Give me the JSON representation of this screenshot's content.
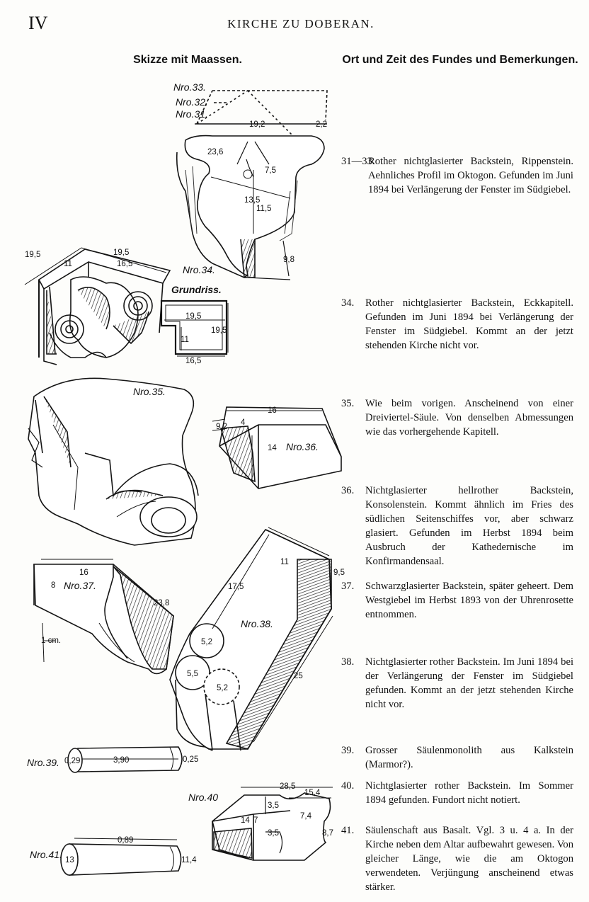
{
  "header": {
    "page_number": "IV",
    "running_title": "KIRCHE ZU DOBERAN."
  },
  "columns": {
    "left_heading": "Skizze mit Maassen.",
    "right_heading": "Ort und Zeit des Fundes und Bemerkungen."
  },
  "drawings": {
    "fig31": {
      "labels": [
        "Nro.33.",
        "Nro.32.",
        "Nro.31."
      ],
      "dims": [
        "19,2",
        "2,2",
        "23,6",
        "7,5",
        "13,5",
        "11,5",
        "9,8"
      ]
    },
    "fig34": {
      "label": "Nro.34.",
      "grundriss": "Grundriss.",
      "dims": [
        "19,5",
        "19,5",
        "16,5",
        "11",
        "19,5",
        "19,5",
        "11",
        "16,5"
      ]
    },
    "fig35": {
      "label": "Nro.35."
    },
    "fig36": {
      "label": "Nro.36.",
      "dims": [
        "16",
        "9,2",
        "4",
        "14"
      ]
    },
    "fig37": {
      "label": "Nro.37.",
      "dims": [
        "16",
        "8",
        "23,8",
        "1 cm."
      ]
    },
    "fig38": {
      "label": "Nro.38.",
      "dims": [
        "11",
        "9,5",
        "17,5",
        "5,2",
        "5,5",
        "5,2",
        "25"
      ]
    },
    "fig39": {
      "label": "Nro.39.",
      "dims": [
        "0,29",
        "3,90",
        "0,25"
      ]
    },
    "fig40": {
      "label": "Nro.40",
      "dims": [
        "28,5",
        "15,4",
        "3,5",
        "14",
        "7",
        "7,4",
        "3,5",
        "8,7"
      ]
    },
    "fig41": {
      "label": "Nro.41.",
      "dims": [
        "13",
        "0,89",
        "11,4"
      ]
    }
  },
  "entries": [
    {
      "num": "31—33.",
      "text": "Rother nichtglasierter Backstein, Rippenstein. Aehnliches Profil im Oktogon. Gefunden im Juni 1894 bei Verlängerung der Fenster im Südgiebel."
    },
    {
      "num": "34.",
      "text": "Rother nichtglasierter Backstein, Eckkapitell. Gefunden im Juni 1894 bei Verlängerung der Fenster im Südgiebel. Kommt an der jetzt stehenden Kirche nicht vor."
    },
    {
      "num": "35.",
      "text": "Wie beim vorigen. Anscheinend von einer Dreiviertel-Säule. Von denselben Abmessungen wie das vorhergehende Kapitell."
    },
    {
      "num": "36.",
      "text": "Nichtglasierter hellrother Backstein, Konsolenstein. Kommt ähnlich im Fries des südlichen Seitenschiffes vor, aber schwarz glasiert. Gefunden im Herbst 1894 beim Ausbruch der Kathedernische im Konfirmandensaal."
    },
    {
      "num": "37.",
      "text": "Schwarzglasierter Backstein, später geheert. Dem Westgiebel im Herbst 1893 von der Uhrenrosette entnommen."
    },
    {
      "num": "38.",
      "text": "Nichtglasierter rother Backstein. Im Juni 1894 bei der Verlängerung der Fenster im Südgiebel gefunden. Kommt an der jetzt stehenden Kirche nicht vor."
    },
    {
      "num": "39.",
      "text": "Grosser Säulenmonolith aus Kalkstein (Marmor?)."
    },
    {
      "num": "40.",
      "text": "Nichtglasierter rother Backstein. Im Sommer 1894 gefunden. Fundort nicht notiert."
    },
    {
      "num": "41.",
      "text": "Säulenschaft aus Basalt. Vgl. 3 u. 4 a. In der Kirche neben dem Altar aufbewahrt gewesen. Von gleicher Länge, wie die am Oktogon verwendeten. Verjüngung anscheinend etwas stärker."
    }
  ]
}
